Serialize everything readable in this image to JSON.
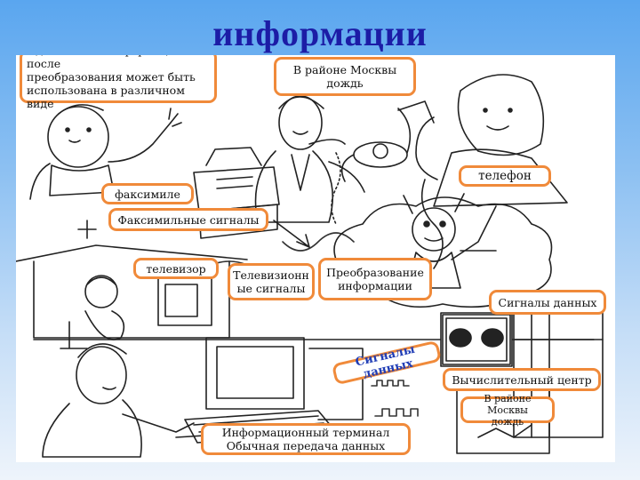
{
  "title": "информации",
  "labels": {
    "transformation_note": "Одна и та же информация после\nпреобразования может быть\nиспользована в различном виде",
    "rain_top": "В районе  Москвы\nдождь",
    "telephone": "телефон",
    "facsimile": "факсимиле",
    "facsimile_signals": "Факсимильные сигналы",
    "tv": "телевизор",
    "tv_signals": "Телевизионн\nые сигналы",
    "conversion": "Преобразование\nинформации",
    "data_signals_right": "Сигналы данных",
    "data_signals_diag": "Сигналы данных",
    "computing_center": "Вычислительный центр",
    "rain_bottom": "В районе Москвы\nдождь",
    "terminal": "Информационный терминал\nОбычная передача данных"
  },
  "colors": {
    "label_border": "#f08a3a",
    "title": "#1c1ca6",
    "diag_label_text": "#1f3cb5"
  },
  "illustration": {
    "scenes": [
      "boy-waving",
      "man-with-fax",
      "woman-on-phone",
      "girl-watching-tv-in-house",
      "robot-converter-on-cloud",
      "man-at-computer-terminal",
      "computing-center-machine"
    ],
    "icons": [
      "fax-machine-icon",
      "rotary-phone-icon",
      "television-icon",
      "computer-terminal-icon",
      "monitor-icon"
    ]
  }
}
